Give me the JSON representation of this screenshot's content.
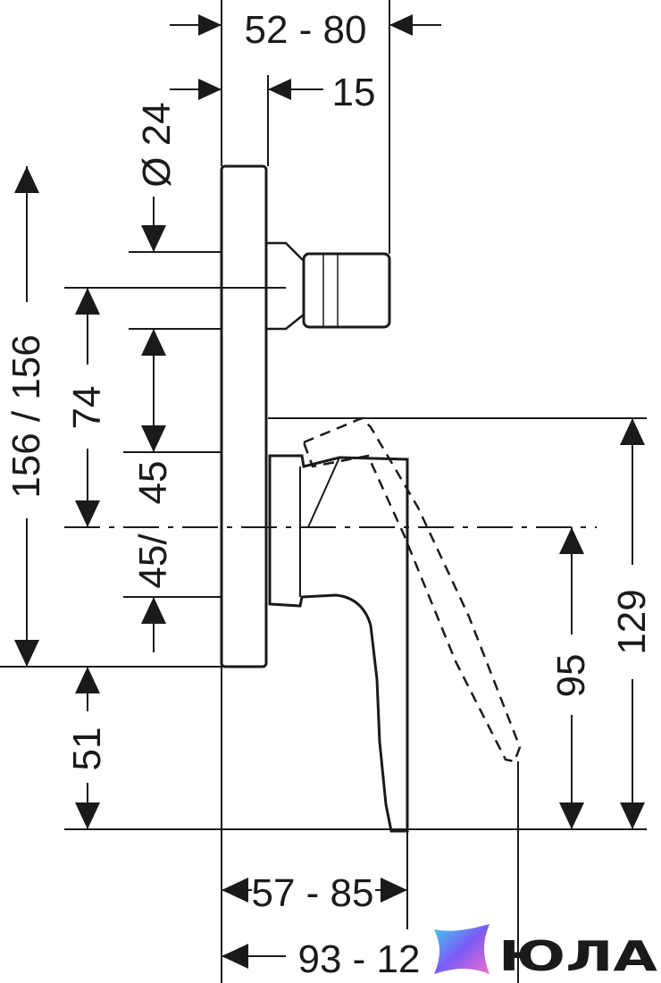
{
  "dimensions": {
    "top_range": "52 - 80",
    "top_offset": "15",
    "diameter": "Ø 24",
    "total_height": "156 / 156",
    "spacing": "74",
    "upper_half": "45",
    "lower_half": "45/",
    "bottom": "51",
    "lever_height": "95",
    "lever_total": "129",
    "bottom_range_1": "57 - 85",
    "bottom_range_2": "93 - 12"
  },
  "logo": {
    "text": "ЮЛА"
  }
}
